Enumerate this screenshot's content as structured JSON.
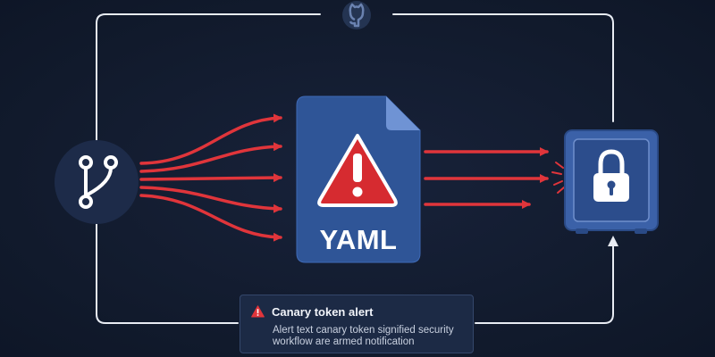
{
  "document": {
    "label": "YAML"
  },
  "alert": {
    "title": "Canary token alert",
    "body": "Alert text canary token signified security workflow are armed notification"
  },
  "icons": {
    "top": "github-icon",
    "source": "git-branch-icon",
    "document": "yaml-file-icon",
    "warning": "warning-icon",
    "target": "locked-safe-icon"
  },
  "colors": {
    "background": "#111a2c",
    "frame": "#e8ecf3",
    "arrow": "#e0353b",
    "document": "#2f5597",
    "warning": "#d62b30",
    "safe": "#3b61a8"
  }
}
